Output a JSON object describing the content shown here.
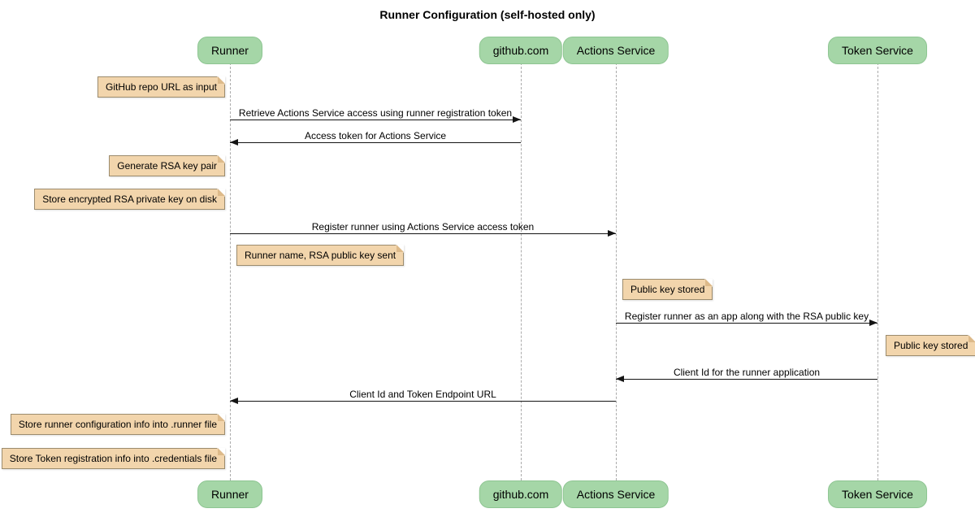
{
  "title": "Runner Configuration (self-hosted only)",
  "participants": [
    {
      "name": "Runner"
    },
    {
      "name": "github.com"
    },
    {
      "name": "Actions Service"
    },
    {
      "name": "Token Service"
    }
  ],
  "messages": [
    {
      "from": "Runner",
      "to": "github.com",
      "direction": "right",
      "label": "Retrieve Actions Service access using runner registration token"
    },
    {
      "from": "github.com",
      "to": "Runner",
      "direction": "left",
      "label": "Access token for Actions Service"
    },
    {
      "from": "Runner",
      "to": "Actions Service",
      "direction": "right",
      "label": "Register runner using Actions Service access token"
    },
    {
      "from": "Actions Service",
      "to": "Token Service",
      "direction": "right",
      "label": "Register runner as an app along with the RSA public key"
    },
    {
      "from": "Token Service",
      "to": "Actions Service",
      "direction": "left",
      "label": "Client Id for the runner application"
    },
    {
      "from": "Actions Service",
      "to": "Runner",
      "direction": "left",
      "label": "Client Id and Token Endpoint URL"
    }
  ],
  "notes": [
    {
      "position": "left of Runner",
      "label": "GitHub repo URL as input"
    },
    {
      "position": "left of Runner",
      "label": "Generate RSA key pair"
    },
    {
      "position": "left of Runner",
      "label": "Store encrypted RSA private key on disk"
    },
    {
      "position": "right of Runner",
      "label": "Runner name, RSA public key sent"
    },
    {
      "position": "right of Actions Service",
      "label": "Public key stored"
    },
    {
      "position": "right of Token Service",
      "label": "Public key stored"
    },
    {
      "position": "left of Runner",
      "label": "Store runner configuration info into .runner file"
    },
    {
      "position": "left of Runner",
      "label": "Store Token registration info into .credentials file"
    }
  ],
  "colors": {
    "background": "#FFFFFF",
    "text": "#000000",
    "participant_fill": "#A5D6A7",
    "participant_border": "#8EC592",
    "note_fill": "#F2D5AC",
    "note_border": "#9C8C6E",
    "note_fold": "#DDBA8A",
    "lifeline": "#ABABAB",
    "arrow": "#141414"
  }
}
